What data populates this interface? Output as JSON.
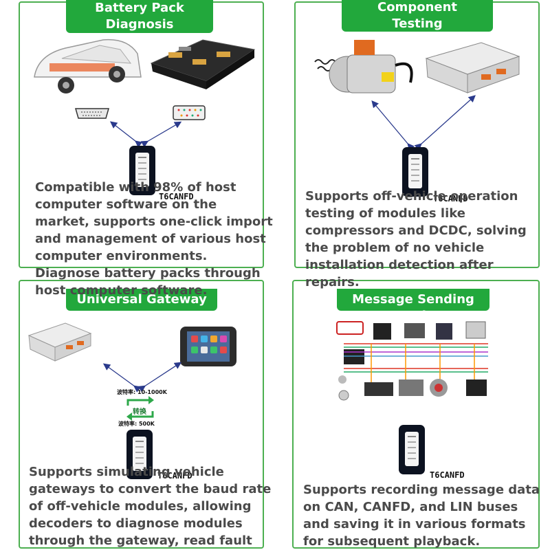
{
  "device_name": "T6CANFD",
  "colors": {
    "accent": "#22a83c",
    "border": "#4caf50",
    "text": "#4a4a4a",
    "arrow": "#2a3a8c"
  },
  "panels": {
    "battery": {
      "title": "Battery Pack\nDiagnosis",
      "description": "Compatible with 98% of host\ncomputer software on the\nmarket, supports one-click import\nand management of various host\ncomputer environments.\nDiagnose battery packs through\nhost computer software."
    },
    "component": {
      "title": "Component\nTesting",
      "description": "Supports off-vehicle operation\ntesting of modules like\ncompressors and DCDC, solving\nthe problem of no vehicle\ninstallation detection after\nrepairs."
    },
    "gateway": {
      "title": "Universal Gateway",
      "description": "Supports simulating vehicle\ngateways to convert the baud rate\nof off-vehicle modules, allowing\ndecoders to diagnose modules\nthrough the gateway, read fault",
      "baud_top": "波特率: 10-1000K",
      "convert": "转换",
      "baud_bottom": "波特率: 500K"
    },
    "message": {
      "title": "Message Sending and\nReceiving",
      "description": "Supports recording message data\non CAN, CANFD, and LIN buses\nand saving it in various formats\nfor subsequent playback."
    }
  }
}
